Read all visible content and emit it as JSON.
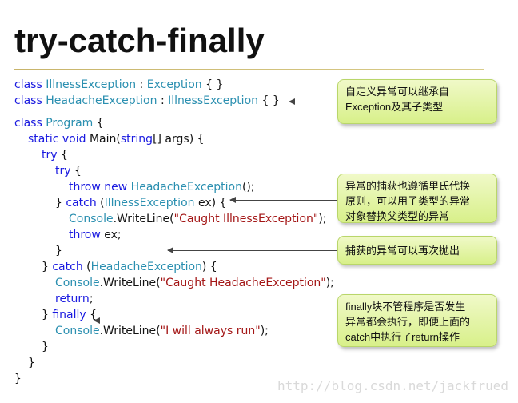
{
  "slide": {
    "title": "try-catch-finally",
    "watermark": "http://blog.csdn.net/jackfrued"
  },
  "code": {
    "line1": {
      "k1": "class ",
      "t1": "IllnessException",
      "p1": " : ",
      "t2": "Exception",
      "p2": " { }"
    },
    "line2": {
      "k1": "class ",
      "t1": "HeadacheException",
      "p1": " : ",
      "t2": "IllnessException",
      "p2": " { }"
    },
    "line3": {
      "k1": "class ",
      "t1": "Program",
      "p1": " {"
    },
    "line4": {
      "k1": "static void ",
      "p1": "Main(",
      "k2": "string",
      "p2": "[] args) {"
    },
    "line5": {
      "k1": "try",
      "p1": " {"
    },
    "line6": {
      "k1": "try",
      "p1": " {"
    },
    "line7": {
      "k1": "throw new ",
      "t1": "HeadacheException",
      "p1": "();"
    },
    "line8": {
      "p0": "} ",
      "k1": "catch",
      "p1": " (",
      "t1": "IllnessException",
      "p2": " ex) {"
    },
    "line9": {
      "t1": "Console",
      "p1": ".WriteLine(",
      "s1": "\"Caught IllnessException\"",
      "p2": ");"
    },
    "line10": {
      "k1": "throw",
      "p1": " ex;"
    },
    "line11": {
      "p1": "}"
    },
    "line12": {
      "p0": "} ",
      "k1": "catch",
      "p1": " (",
      "t1": "HeadacheException",
      "p2": ") {"
    },
    "line13": {
      "t1": "Console",
      "p1": ".WriteLine(",
      "s1": "\"Caught HeadacheException\"",
      "p2": ");"
    },
    "line14": {
      "k1": "return",
      "p1": ";"
    },
    "line15": {
      "p0": "} ",
      "k1": "finally",
      "p1": " {"
    },
    "line16": {
      "t1": "Console",
      "p1": ".WriteLine(",
      "s1": "\"I will always run\"",
      "p2": ");"
    },
    "line17": {
      "p1": "}"
    },
    "line18": {
      "p1": "}"
    },
    "line19": {
      "p1": "}"
    }
  },
  "callouts": {
    "inheritance": "自定义异常可以继承自\nException及其子类型",
    "substitution": "异常的捕获也遵循里氏代换\n原则，可以用子类型的异常\n对象替换父类型的异常",
    "rethrow": "捕获的异常可以再次抛出",
    "finally_note": "finally块不管程序是否发生\n异常都会执行，即便上面的\ncatch中执行了return操作"
  }
}
